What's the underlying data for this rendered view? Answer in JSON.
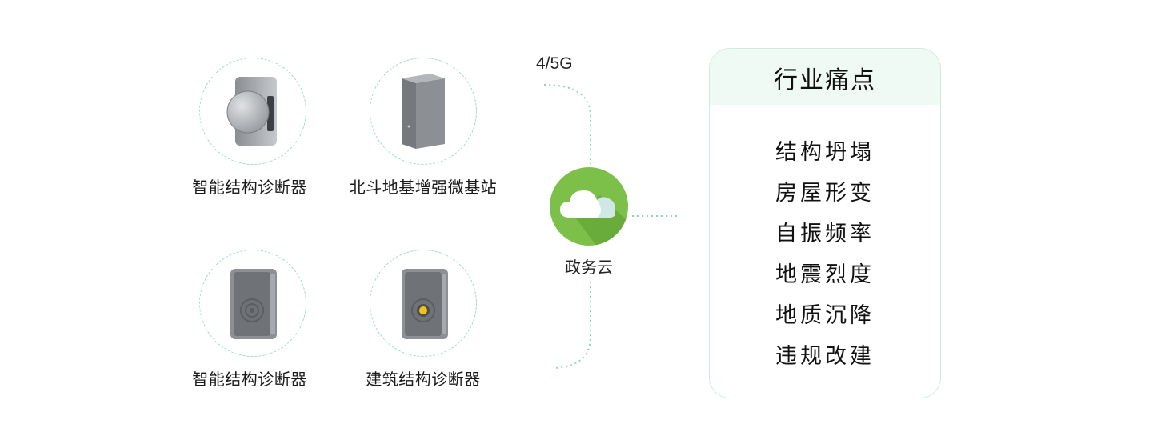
{
  "devices": [
    {
      "label": "智能结构诊断器",
      "icon": "cylinder-sensor-icon"
    },
    {
      "label": "北斗地基增强微基站",
      "icon": "base-station-box-icon"
    },
    {
      "label": "智能结构诊断器",
      "icon": "grey-sensor-icon"
    },
    {
      "label": "建筑结构诊断器",
      "icon": "grey-sensor-yellow-dot-icon"
    }
  ],
  "network_label": "4/5G",
  "cloud": {
    "label": "政务云",
    "icon": "cloud-icon",
    "color": "#7cc04a"
  },
  "panel": {
    "title": "行业痛点",
    "items": [
      "结构坍塌",
      "房屋形变",
      "自振频率",
      "地震烈度",
      "地质沉降",
      "违规改建"
    ]
  },
  "colors": {
    "accent_green": "#7cc04a",
    "panel_header_bg": "#eefaf3",
    "dotted_line": "#8fd4b4"
  }
}
